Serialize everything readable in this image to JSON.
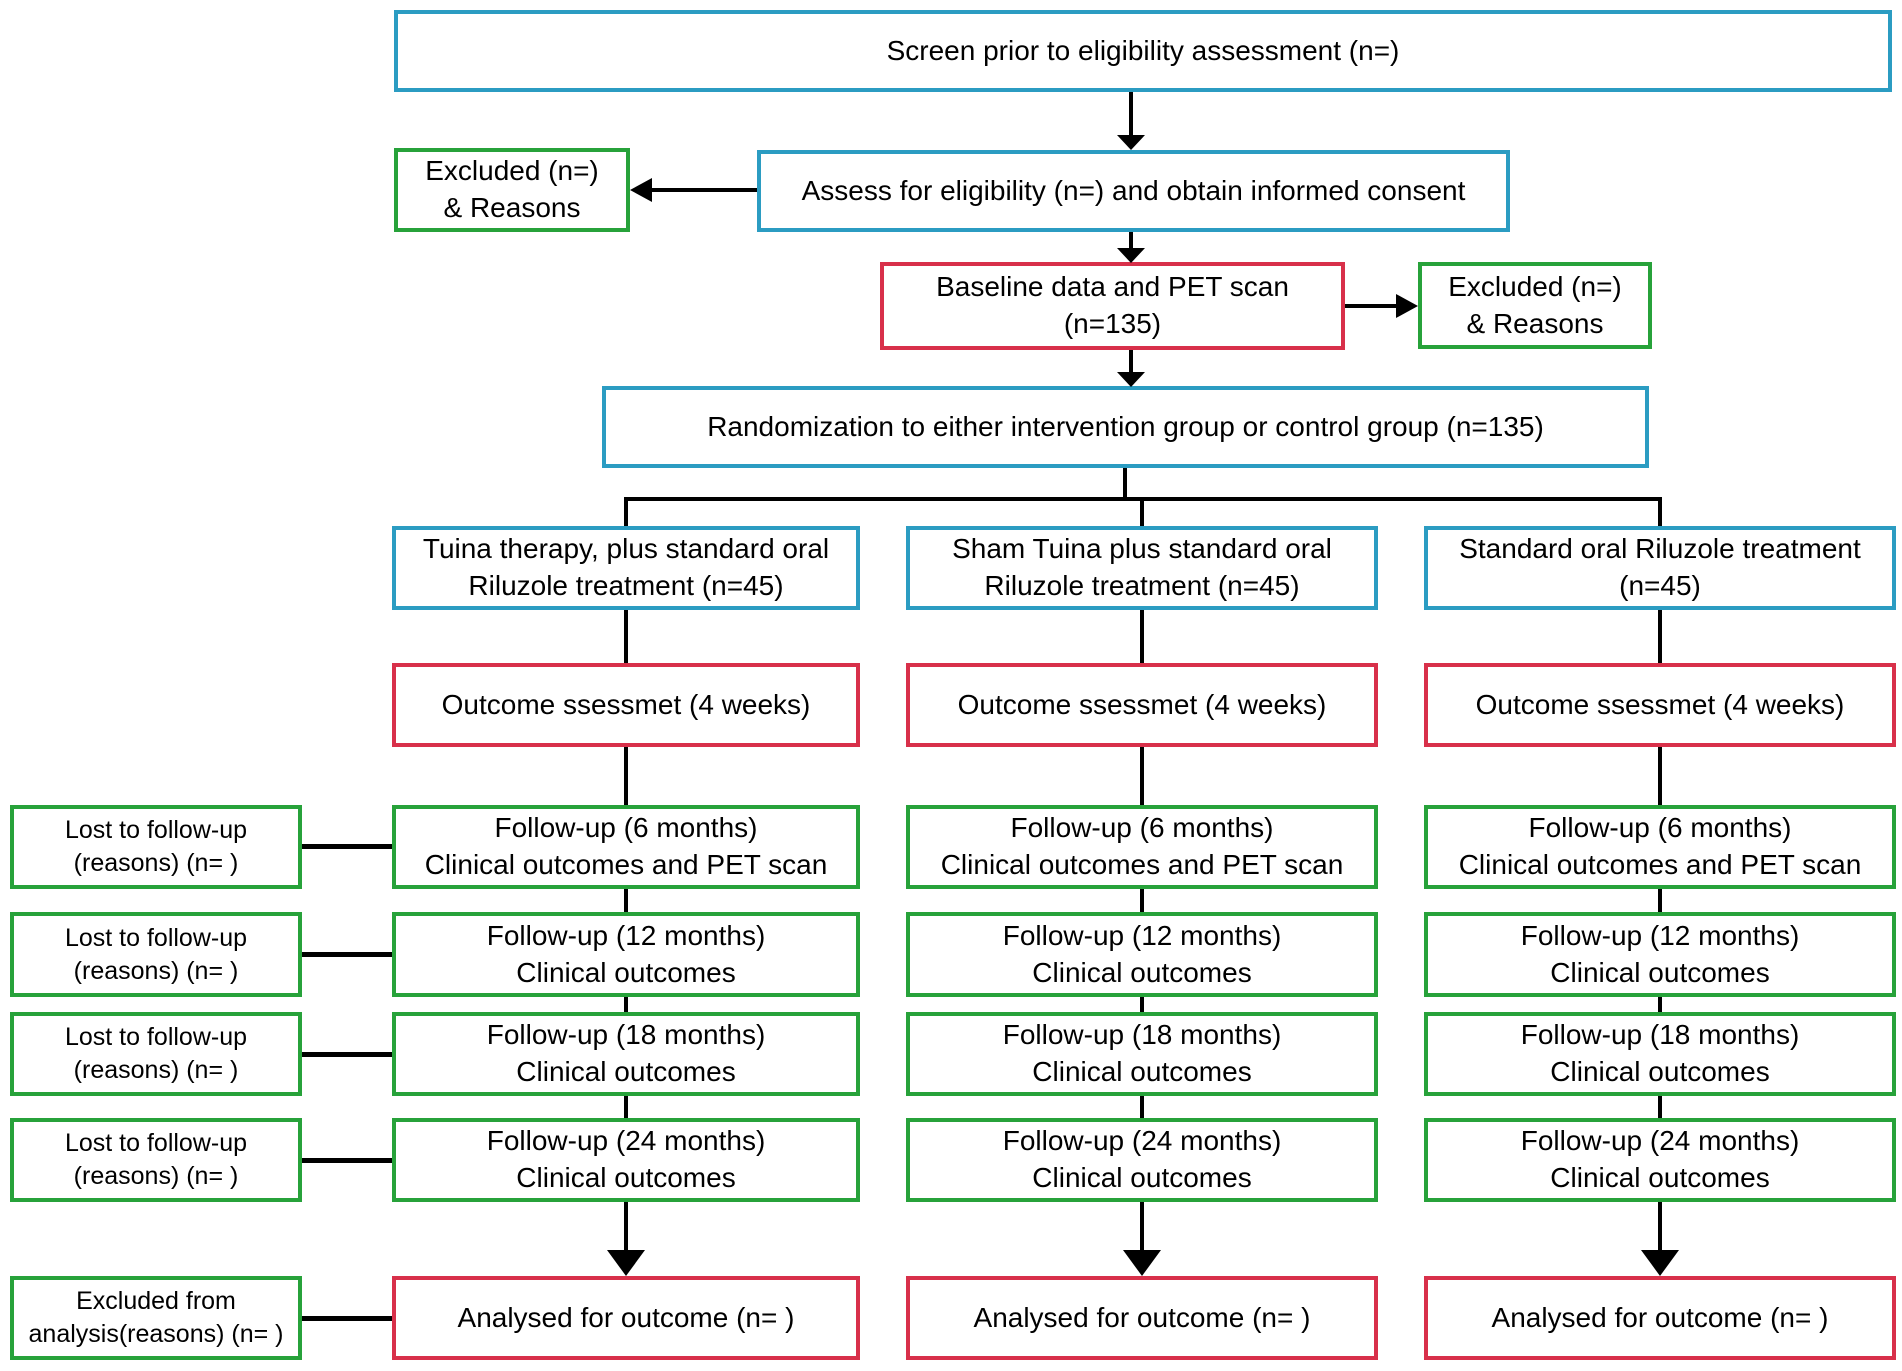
{
  "colors": {
    "blue": "#2b9cc2",
    "red": "#d8304a",
    "green": "#27a23a",
    "line": "#000000",
    "text": "#000000",
    "background": "#ffffff"
  },
  "flow": {
    "screen": "Screen prior to eligibility assessment (n=)",
    "excluded_left": "Excluded (n=)\n& Reasons",
    "assess": "Assess for eligibility (n=) and obtain informed consent",
    "baseline": "Baseline data and PET scan (n=135)",
    "excluded_right": "Excluded (n=)\n& Reasons",
    "randomization": "Randomization to either intervention group or control group (n=135)"
  },
  "columns": [
    {
      "group": "Tuina therapy, plus standard oral\nRiluzole treatment (n=45)",
      "outcome": "Outcome ssessmet (4 weeks)",
      "followups": [
        "Follow-up (6 months)\nClinical outcomes and PET scan",
        "Follow-up (12 months)\nClinical outcomes",
        "Follow-up (18 months)\nClinical outcomes",
        "Follow-up (24 months)\nClinical outcomes"
      ],
      "analysed": "Analysed for outcome (n= )"
    },
    {
      "group": "Sham Tuina plus standard oral\nRiluzole treatment (n=45)",
      "outcome": "Outcome ssessmet (4 weeks)",
      "followups": [
        "Follow-up (6 months)\nClinical outcomes and PET scan",
        "Follow-up (12 months)\nClinical outcomes",
        "Follow-up (18 months)\nClinical outcomes",
        "Follow-up (24 months)\nClinical outcomes"
      ],
      "analysed": "Analysed for outcome (n= )"
    },
    {
      "group": "Standard oral Riluzole treatment\n(n=45)",
      "outcome": "Outcome ssessmet (4 weeks)",
      "followups": [
        "Follow-up (6 months)\nClinical outcomes and PET scan",
        "Follow-up (12 months)\nClinical outcomes",
        "Follow-up (18 months)\nClinical outcomes",
        "Follow-up (24 months)\nClinical outcomes"
      ],
      "analysed": "Analysed for outcome (n= )"
    }
  ],
  "side": {
    "lost": [
      "Lost to follow-up\n(reasons) (n= )",
      "Lost to follow-up\n(reasons) (n= )",
      "Lost to follow-up\n(reasons) (n= )",
      "Lost to follow-up\n(reasons) (n= )"
    ],
    "excluded_analysis": "Excluded from\nanalysis(reasons) (n= )"
  }
}
